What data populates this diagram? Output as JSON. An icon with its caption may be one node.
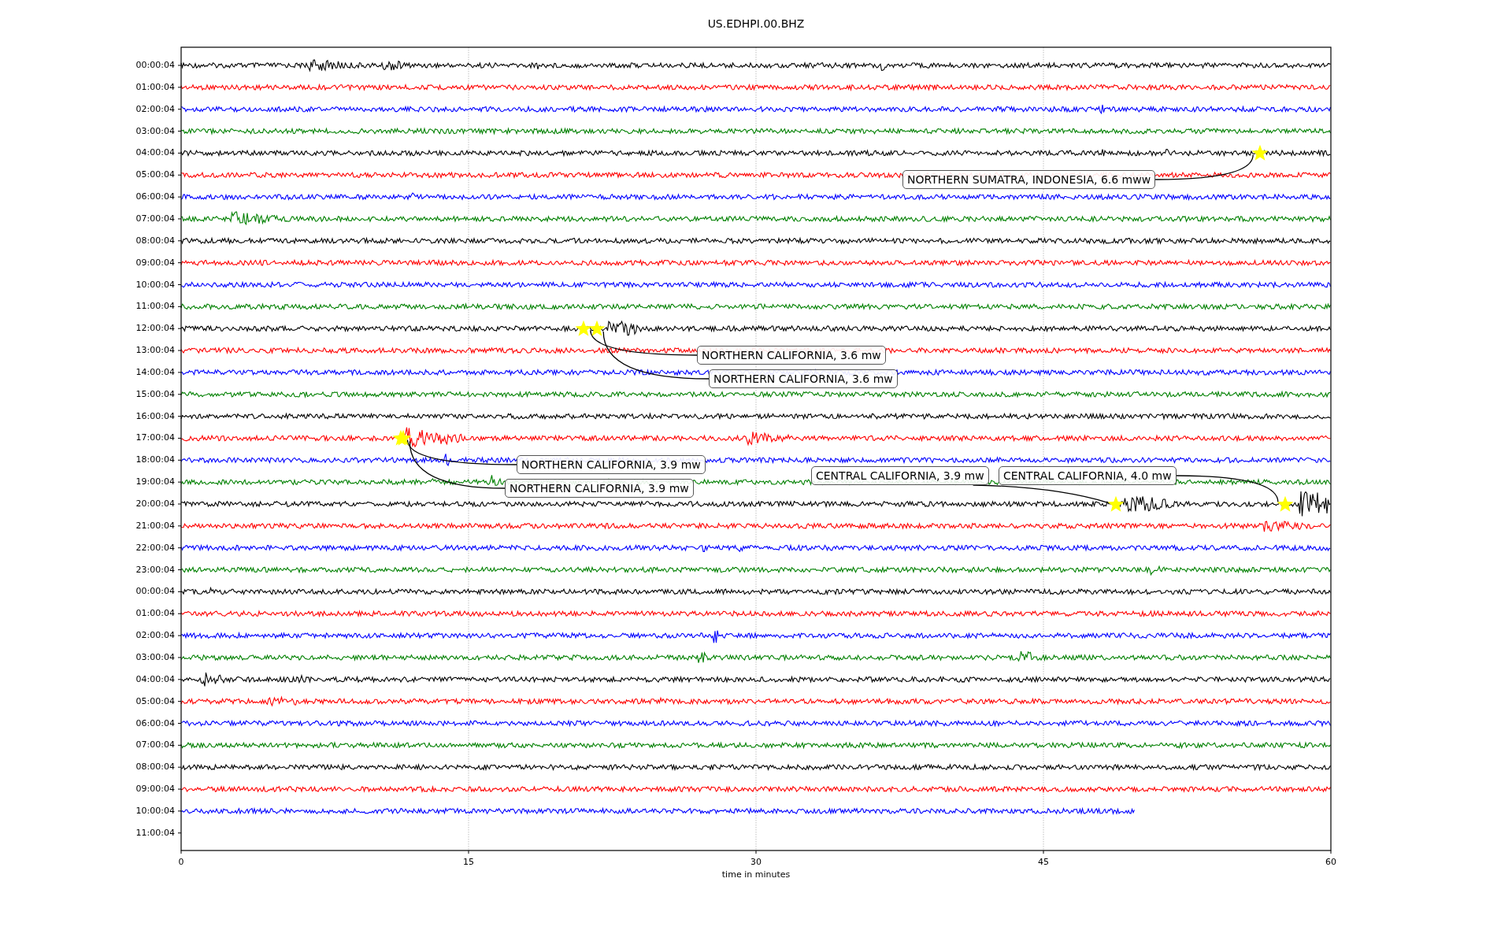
{
  "diagram": {
    "title": "US.EDHPI.00.BHZ",
    "nodes": [
      {
        "text": [
          "NORTHERN SUMATRA, INDONESIA, 6.6 mww"
        ]
      },
      {
        "text": [],
        "shape": "star"
      },
      {
        "text": [
          "NORTHERN CALIFORNIA, 3.6 mw"
        ]
      },
      {
        "text": [
          "NORTHERN CALIFORNIA, 3.6 mw"
        ]
      },
      {
        "text": [],
        "shape": "star"
      },
      {
        "text": [],
        "shape": "star"
      },
      {
        "text": [
          "NORTHERN CALIFORNIA, 3.9 mw"
        ]
      },
      {
        "text": [
          "NORTHERN CALIFORNIA, 3.9 mw"
        ]
      },
      {
        "text": [],
        "shape": "star"
      },
      {
        "text": [],
        "shape": "star"
      },
      {
        "text": [
          "CENTRAL CALIFORNIA, 3.9 mw"
        ]
      },
      {
        "text": [
          "CENTRAL CALIFORNIA, 4.0 mw"
        ]
      },
      {
        "text": [],
        "shape": "star"
      },
      {
        "text": [],
        "shape": "star"
      }
    ],
    "edges": [
      {
        "from": 0,
        "to": 1,
        "arrow": "none"
      },
      {
        "from": 3,
        "to": 4,
        "arrow": "none"
      },
      {
        "from": 2,
        "to": 5,
        "arrow": "none"
      },
      {
        "from": 7,
        "to": 8,
        "arrow": "none"
      },
      {
        "from": 6,
        "to": 9,
        "arrow": "none"
      },
      {
        "from": 10,
        "to": 12,
        "arrow": "none"
      },
      {
        "from": 11,
        "to": 13,
        "arrow": "none"
      }
    ],
    "labels": [
      "00:00:04",
      "01:00:04",
      "02:00:04",
      "03:00:04",
      "04:00:04",
      "05:00:04",
      "06:00:04",
      "07:00:04",
      "08:00:04",
      "09:00:04",
      "10:00:04",
      "11:00:04",
      "12:00:04",
      "13:00:04",
      "14:00:04",
      "15:00:04",
      "16:00:04",
      "17:00:04",
      "18:00:04",
      "19:00:04",
      "20:00:04",
      "21:00:04",
      "22:00:04",
      "23:00:04",
      "00:00:04",
      "01:00:04",
      "02:00:04",
      "03:00:04",
      "04:00:04",
      "05:00:04",
      "06:00:04",
      "07:00:04",
      "08:00:04",
      "09:00:04",
      "10:00:04",
      "11:00:04",
      "0",
      "15",
      "30",
      "45",
      "60",
      "time in minutes"
    ]
  }
}
